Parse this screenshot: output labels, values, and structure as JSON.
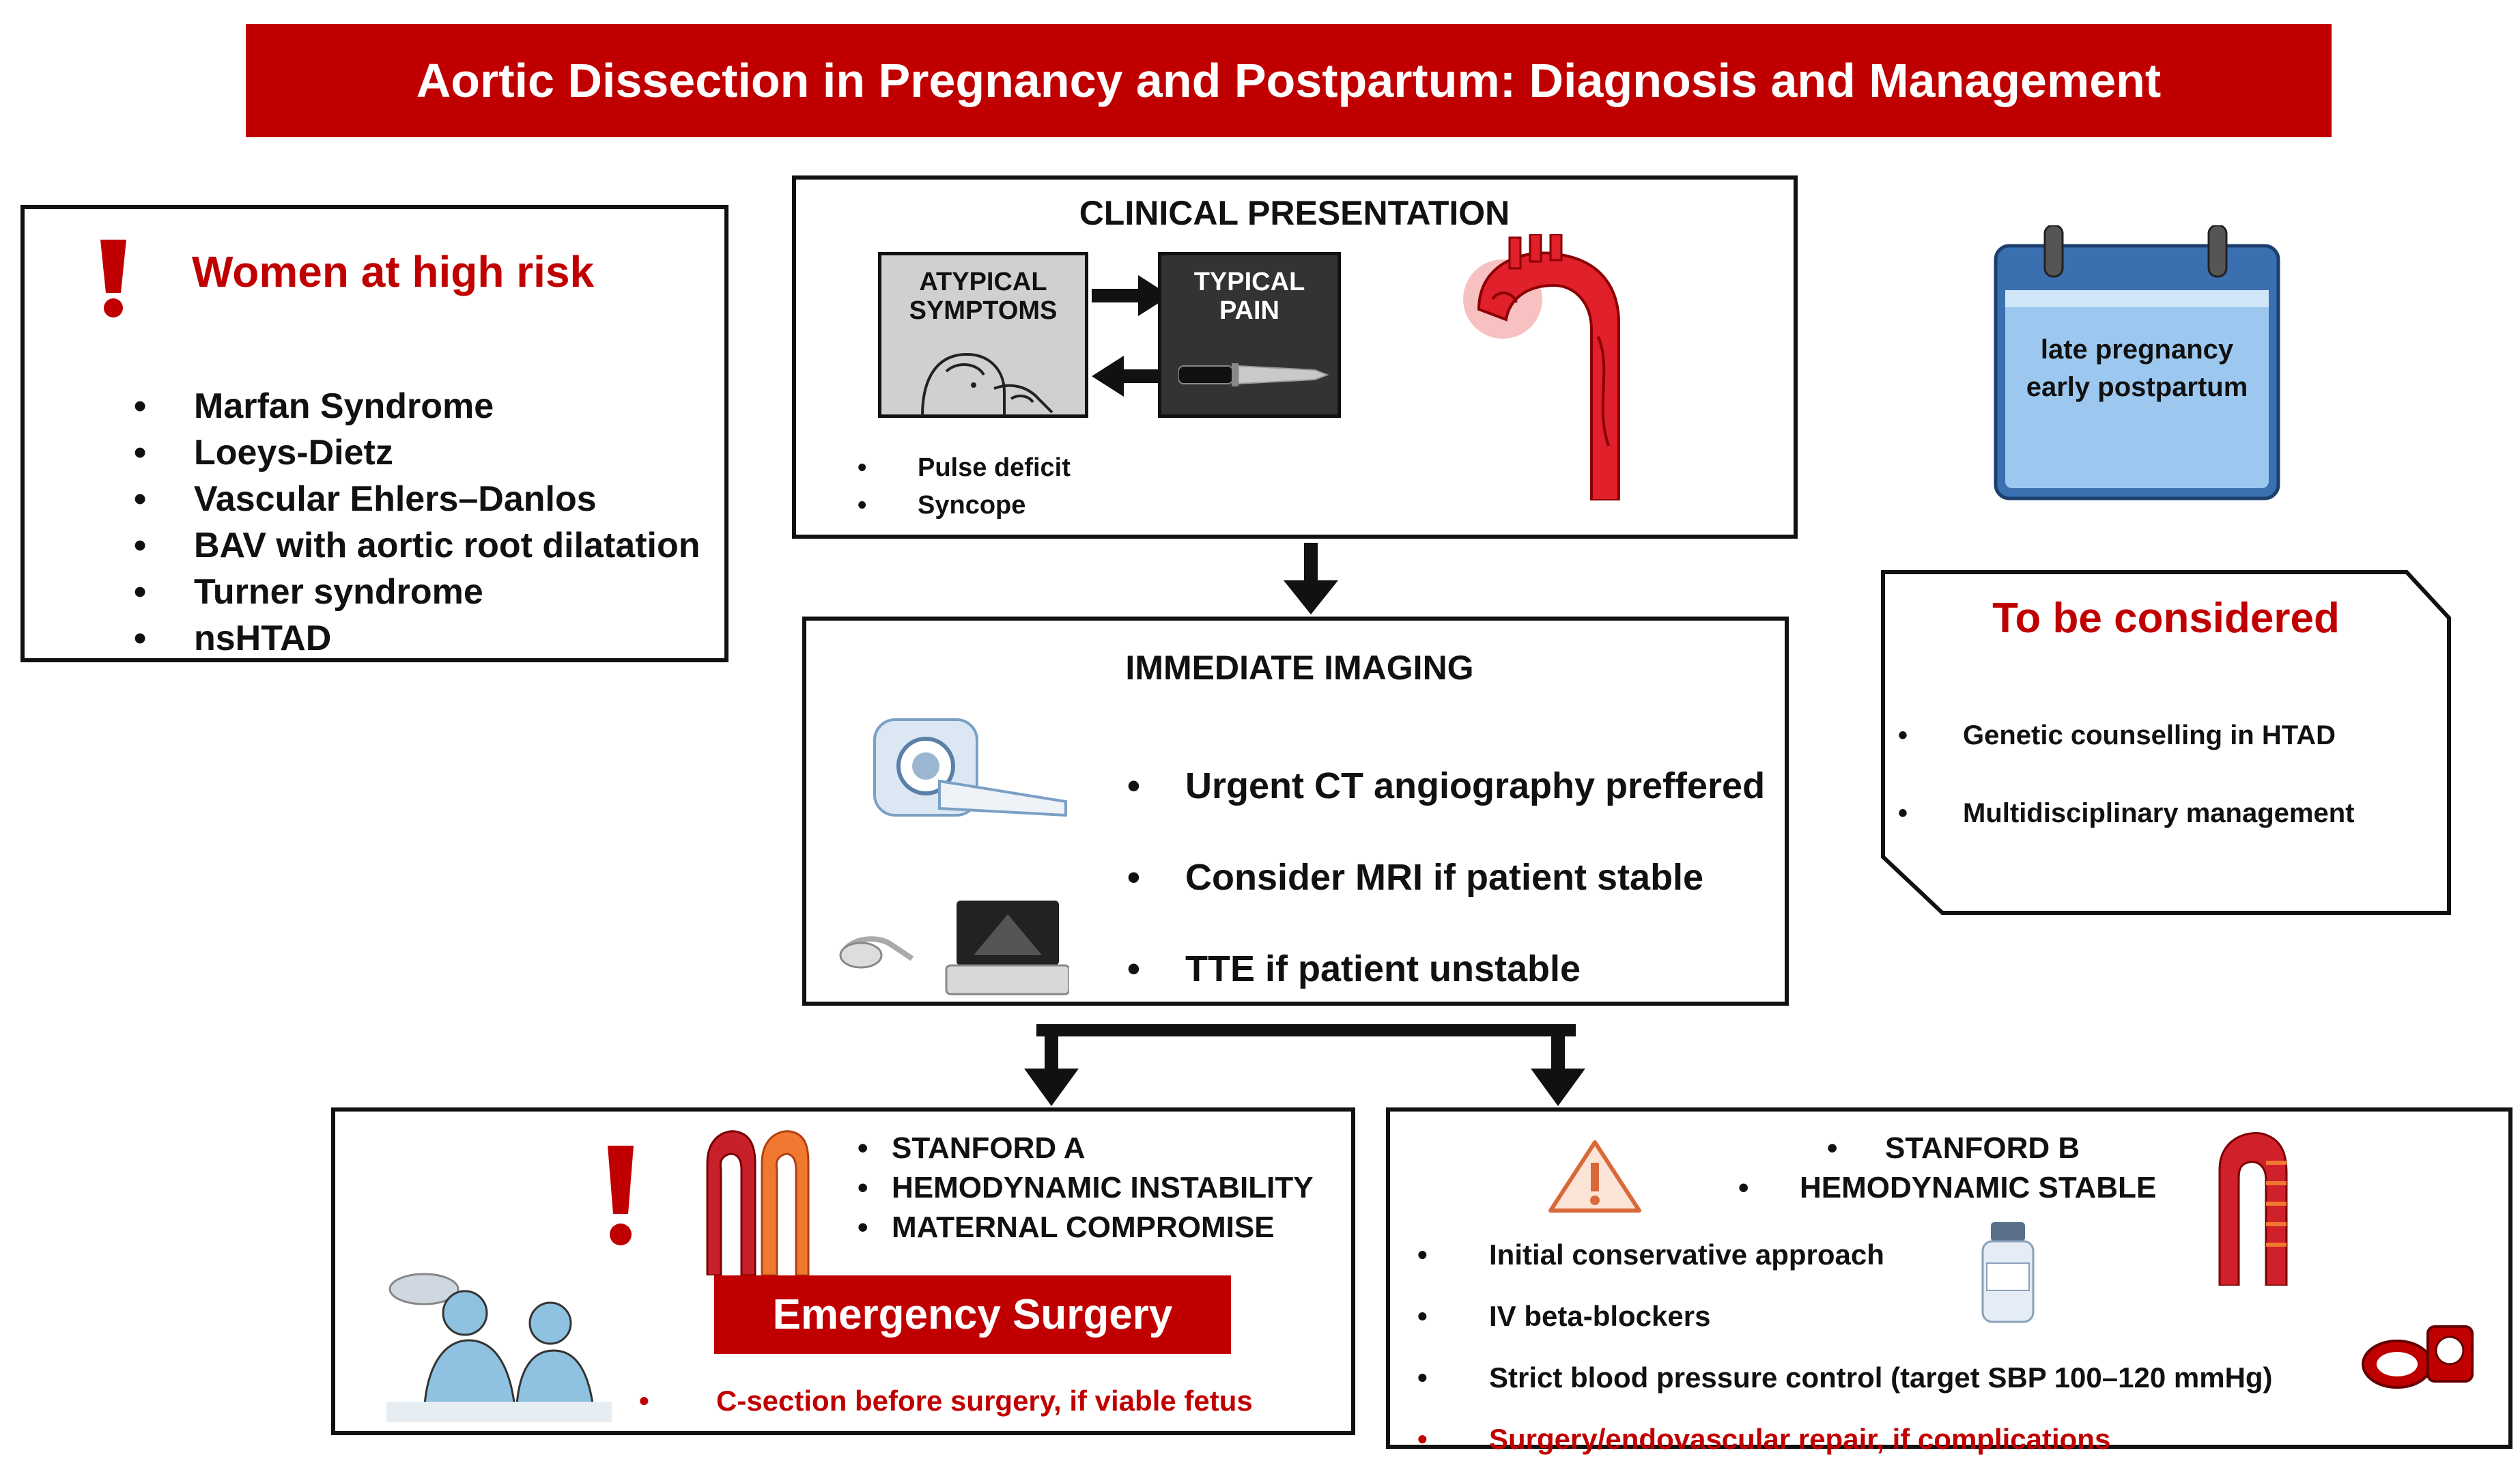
{
  "title": "Aortic Dissection in Pregnancy and Postpartum: Diagnosis and Management",
  "colors": {
    "accent": "#c00000",
    "border": "#111111",
    "box_gray": "#d0d0d0",
    "box_dark": "#333333",
    "calendar_blue": "#9cc8ef"
  },
  "high_risk": {
    "icon": "exclamation-icon",
    "heading": "Women at high risk",
    "items": [
      "Marfan Syndrome",
      "Loeys-Dietz",
      "Vascular Ehlers–Danlos",
      "BAV with aortic root dilatation",
      "Turner syndrome",
      "nsHTAD"
    ]
  },
  "clinical": {
    "heading": "CLINICAL PRESENTATION",
    "atypical_label": "ATYPICAL SYMPTOMS",
    "typical_label": "TYPICAL PAIN",
    "items": [
      "Pulse deficit",
      "Syncope"
    ],
    "icons": [
      "person-unwell-icon",
      "knife-icon",
      "aorta-tear-icon"
    ]
  },
  "calendar": {
    "icon": "calendar-icon",
    "line1": "late pregnancy",
    "line2": "early postpartum"
  },
  "consider": {
    "heading": "To be considered",
    "items": [
      "Genetic counselling in HTAD",
      "Multidisciplinary management"
    ]
  },
  "imaging": {
    "heading": "IMMEDIATE IMAGING",
    "items": [
      "Urgent CT angiography preffered",
      "Consider MRI if patient stable",
      "TTE if patient unstable"
    ],
    "icons": [
      "ct-scanner-icon",
      "ultrasound-icon"
    ]
  },
  "stanford_a": {
    "items": [
      "STANFORD A",
      "HEMODYNAMIC INSTABILITY",
      "MATERNAL COMPROMISE"
    ],
    "button": "Emergency Surgery",
    "note": "C-section before surgery, if viable fetus",
    "icons": [
      "exclamation-icon",
      "aorta-graft-icon",
      "surgeons-icon"
    ]
  },
  "stanford_b": {
    "items": [
      "STANFORD B",
      "HEMODYNAMIC STABLE"
    ],
    "management": [
      "Initial conservative  approach",
      "IV beta-blockers",
      "Strict blood pressure control (target SBP 100–120 mmHg)"
    ],
    "complication": "Surgery/endovascular repair, if complications",
    "icons": [
      "warning-icon",
      "medicine-vial-icon",
      "aorta-stent-icon",
      "blood-pressure-cuff-icon"
    ]
  }
}
